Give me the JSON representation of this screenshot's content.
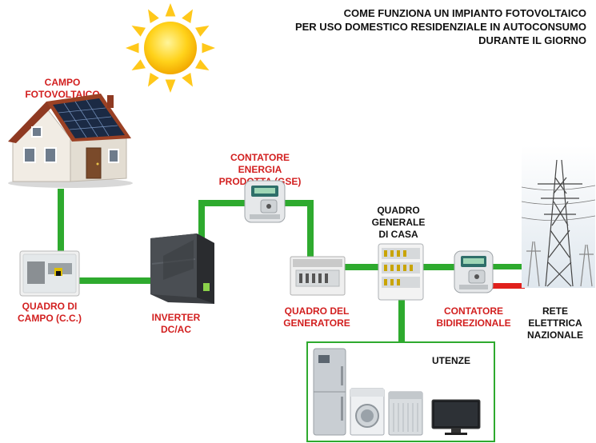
{
  "title": {
    "line1": "COME FUNZIONA UN IMPIANTO FOTOVOLTAICO",
    "line2": "PER USO DOMESTICO RESIDENZIALE IN AUTOCONSUMO",
    "line3": "DURANTE IL GIORNO"
  },
  "labels": {
    "campo_fotovoltaico": "CAMPO FOTOVOLTAICO",
    "contatore_prodotta_1": "CONTATORE ENERGIA",
    "contatore_prodotta_2": "PRODOTTA (GSE)",
    "quadro_campo_1": "QUADRO DI",
    "quadro_campo_2": "CAMPO (C.C.)",
    "inverter_1": "INVERTER",
    "inverter_2": "DC/AC",
    "quadro_generatore_1": "QUADRO DEL",
    "quadro_generatore_2": "GENERATORE",
    "quadro_generale_1": "QUADRO",
    "quadro_generale_2": "GENERALE",
    "quadro_generale_3": "DI CASA",
    "contatore_bidirezionale_1": "CONTATORE",
    "contatore_bidirezionale_2": "BIDIREZIONALE",
    "rete_1": "RETE ELETTRICA",
    "rete_2": "NAZIONALE",
    "utenze": "UTENZE"
  },
  "colors": {
    "wire_green": "#2eaa2e",
    "wire_red": "#e0201c",
    "label_red": "#d21f1f",
    "sun": "#ffd21a",
    "roof_panel": "#1b2a44"
  }
}
